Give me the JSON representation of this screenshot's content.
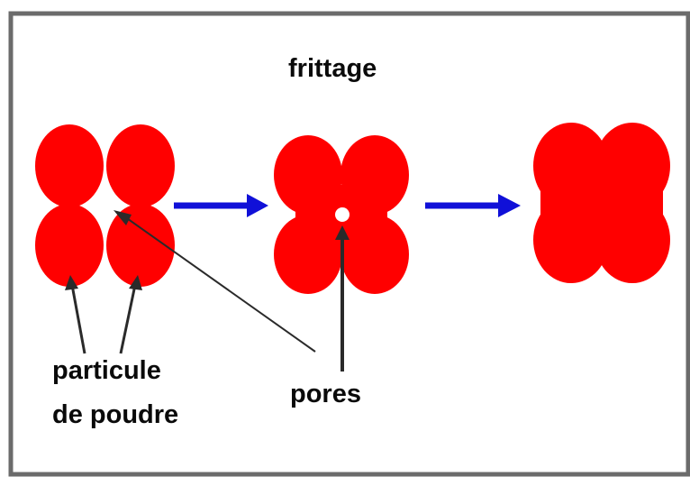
{
  "diagram": {
    "title": "frittage",
    "labels": {
      "particle_line1": "particule",
      "particle_line2": "de poudre",
      "pores": "pores"
    },
    "stages": [
      "loose-powder",
      "sintering-with-pore",
      "dense-solid"
    ],
    "colors": {
      "particle": "#ff0000",
      "arrow": "#1010d8",
      "pointer": "#2a2a2a",
      "border": "#6b6b6b",
      "text": "#0a0a0a",
      "background": "#ffffff"
    }
  }
}
